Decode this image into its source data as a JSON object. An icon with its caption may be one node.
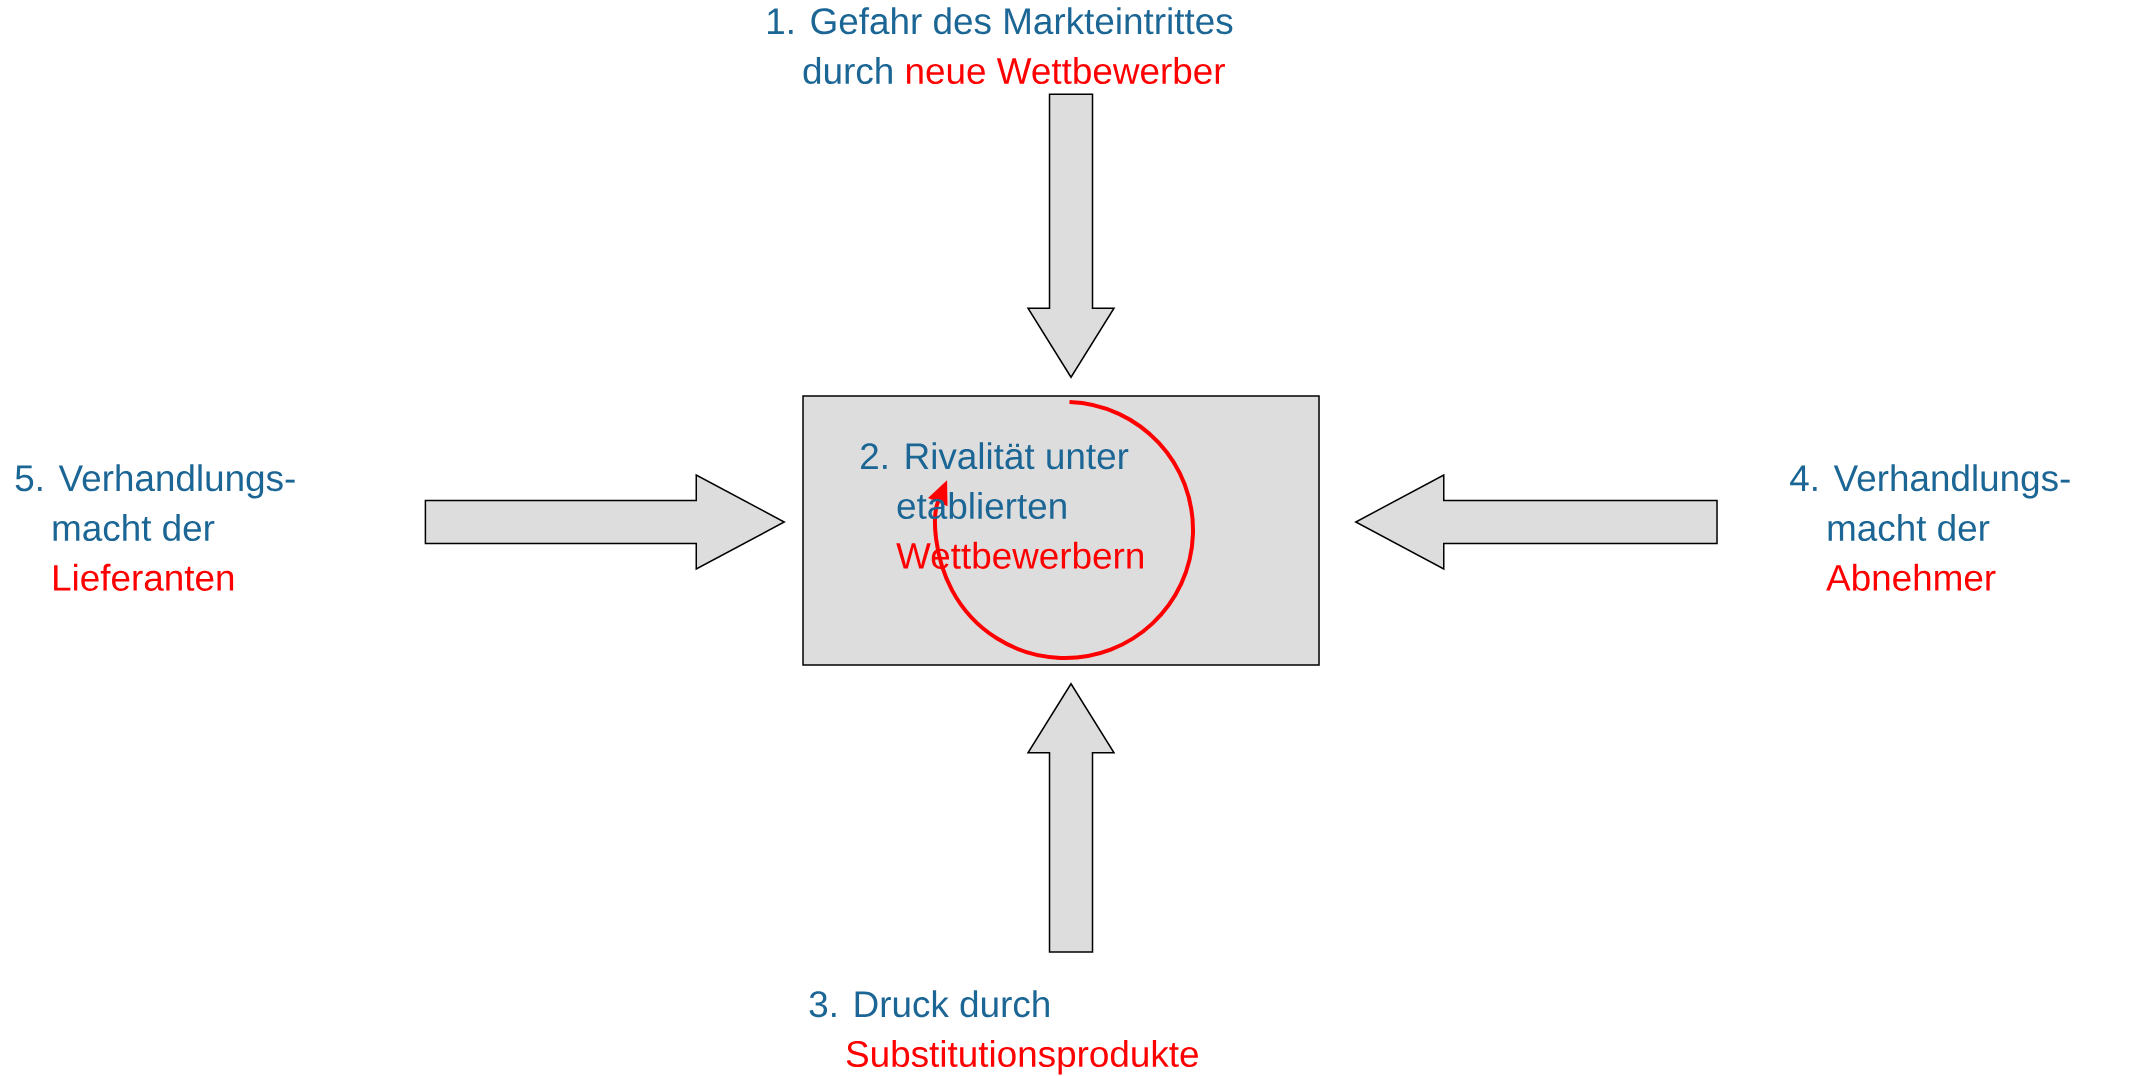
{
  "diagram": {
    "nodes": [
      {
        "text": [
          "1. Gefahr des Markteintrittes durch",
          "neue Wettbewerber"
        ]
      },
      {
        "text": [
          "5. Verhandlungs- macht der",
          "Lieferanten"
        ]
      },
      {
        "text": [
          "2. Rivalität unter etablierten",
          "Wettbewerbern"
        ]
      },
      {
        "text": [
          "4. Verhandlungs- macht der",
          "Abnehmer"
        ]
      },
      {
        "text": [
          "3. Druck durch",
          "Substitutionsprodukte"
        ]
      }
    ],
    "edges": [
      {
        "from": 0,
        "to": 2,
        "arrow": "to"
      },
      {
        "from": 4,
        "to": 2,
        "arrow": "to"
      },
      {
        "from": 3,
        "to": 2,
        "arrow": "to"
      },
      {
        "from": 1,
        "to": 2,
        "arrow": "to"
      }
    ]
  }
}
